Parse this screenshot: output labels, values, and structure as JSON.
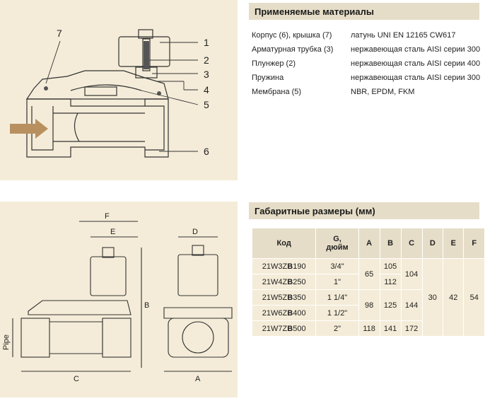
{
  "colors": {
    "panel_bg": "#f4ecd8",
    "header_bg": "#e6ddc8",
    "arrow": "#b89060"
  },
  "callouts": [
    "1",
    "2",
    "3",
    "4",
    "5",
    "6",
    "7"
  ],
  "dimension_labels": {
    "F": "F",
    "E": "E",
    "D": "D",
    "B": "B",
    "C": "C",
    "A": "A",
    "pipe": "Pipe"
  },
  "materials": {
    "title": "Применяемые материалы",
    "rows": [
      {
        "name": "Корпус (6), крышка (7)",
        "value": "латунь UNI EN 12165 CW617"
      },
      {
        "name": "Арматурная трубка (3)",
        "value": "нержавеющая сталь AISI серии 300"
      },
      {
        "name": "Плунжер (2)",
        "value": "нержавеющая сталь AISI серии 400"
      },
      {
        "name": "Пружина",
        "value": "нержавеющая сталь AISI серии 300"
      },
      {
        "name": "Мембрана (5)",
        "value": "NBR, EPDM, FKM"
      }
    ]
  },
  "dimensions": {
    "title": "Габаритные размеры (мм)",
    "headers": {
      "code": "Код",
      "g_line1": "G,",
      "g_line2": "дюйм",
      "a": "A",
      "b": "B",
      "c": "C",
      "d": "D",
      "e": "E",
      "f": "F"
    },
    "rows": [
      {
        "code_pre": "21W3Z",
        "code_bold": "B",
        "code_post": "190",
        "g": "3/4\""
      },
      {
        "code_pre": "21W4Z",
        "code_bold": "B",
        "code_post": "250",
        "g": "1\""
      },
      {
        "code_pre": "21W5Z",
        "code_bold": "B",
        "code_post": "350",
        "g": "1 1/4\""
      },
      {
        "code_pre": "21W6Z",
        "code_bold": "B",
        "code_post": "400",
        "g": "1 1/2\""
      },
      {
        "code_pre": "21W7Z",
        "code_bold": "B",
        "code_post": "500",
        "g": "2\""
      }
    ],
    "merged": {
      "a_12": "65",
      "a_34": "98",
      "a_5": "118",
      "b_1": "105",
      "b_2": "112",
      "b_34": "125",
      "b_5": "141",
      "c_12": "104",
      "c_34": "144",
      "c_5": "172",
      "d_all": "30",
      "e_all": "42",
      "f_all": "54"
    }
  }
}
